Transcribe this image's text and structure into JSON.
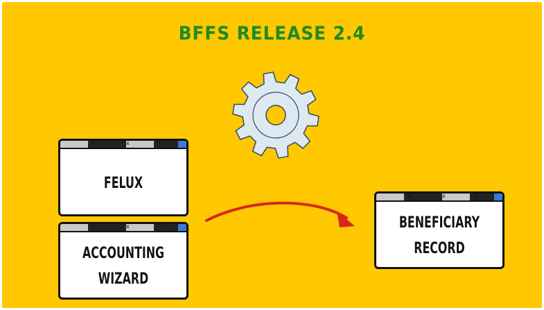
{
  "title": "BFFS RELEASE 2.4",
  "colors": {
    "background": "#FFC800",
    "title": "#1E8B22",
    "arrow": "#D6281F",
    "gear_fill": "#DDE8F0",
    "gear_stroke": "#2C4A6A"
  },
  "icons": [
    "gear-icon",
    "curved-arrow-icon"
  ],
  "windows": [
    {
      "name": "felux",
      "lines": [
        "FELUX"
      ]
    },
    {
      "name": "accounting-wizard",
      "lines": [
        "ACCOUNTING",
        "WIZARD"
      ]
    },
    {
      "name": "beneficiary-record",
      "lines": [
        "BENEFICIARY",
        "RECORD"
      ]
    }
  ]
}
